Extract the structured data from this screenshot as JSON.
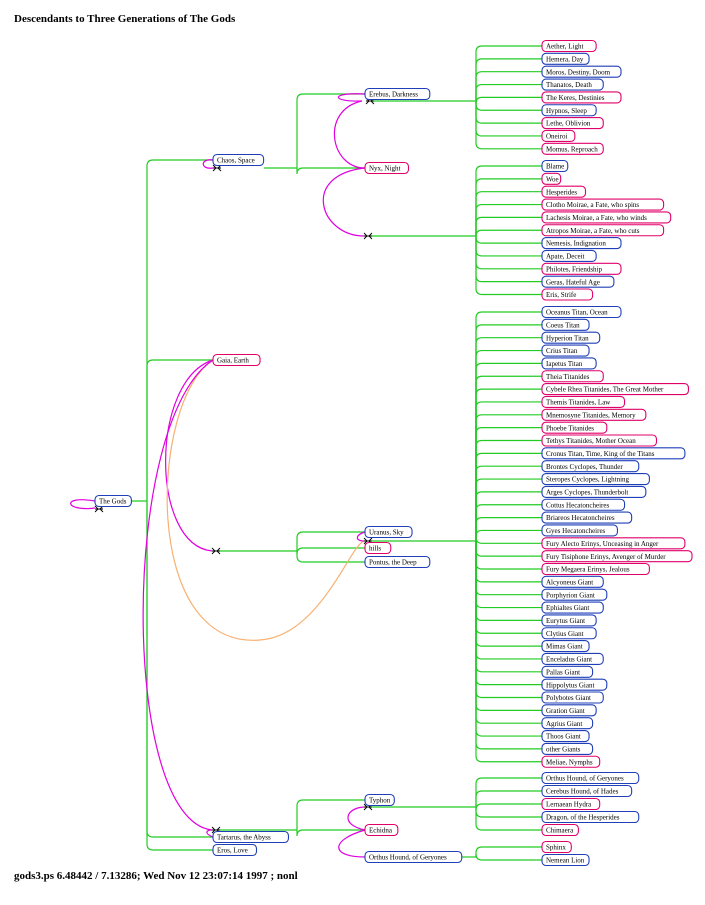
{
  "title": "Descendants to Three Generations of The Gods",
  "footer": "gods3.ps  6.48442 / 7.13286; Wed Nov 12 23:07:14 1997 ; nonl",
  "colors": {
    "male": "#1f3fb8",
    "female": "#e0006a",
    "line_green": "#22cc22",
    "line_magenta": "#e000e0",
    "line_orange": "#f8b070",
    "marker": "#000000"
  },
  "nodes": [
    {
      "id": "gods",
      "label": "The Gods",
      "sex": "m"
    },
    {
      "id": "chaos",
      "label": "Chaos, Space",
      "sex": "m"
    },
    {
      "id": "gaia",
      "label": "Gaia, Earth",
      "sex": "f"
    },
    {
      "id": "tartarus",
      "label": "Tartarus, the Abyss",
      "sex": "m"
    },
    {
      "id": "eros",
      "label": "Eros, Love",
      "sex": "m"
    },
    {
      "id": "erebus",
      "label": "Erebus, Darkness",
      "sex": "m"
    },
    {
      "id": "nyx",
      "label": "Nyx, Night",
      "sex": "f"
    },
    {
      "id": "uranus",
      "label": "Uranus, Sky",
      "sex": "m"
    },
    {
      "id": "hills",
      "label": "hills",
      "sex": "f"
    },
    {
      "id": "pontus",
      "label": "Pontus, the Deep",
      "sex": "m"
    },
    {
      "id": "typhon",
      "label": "Typhon",
      "sex": "m"
    },
    {
      "id": "echidna",
      "label": "Echidna",
      "sex": "f"
    },
    {
      "id": "orthus2",
      "label": "Orthus Hound, of Geryones",
      "sex": "m"
    },
    {
      "id": "c1",
      "label": "Aether, Light",
      "sex": "f"
    },
    {
      "id": "c2",
      "label": "Hemera, Day",
      "sex": "m"
    },
    {
      "id": "c3",
      "label": "Moros, Destiny, Doom",
      "sex": "m"
    },
    {
      "id": "c4",
      "label": "Thanatos, Death",
      "sex": "m"
    },
    {
      "id": "c5",
      "label": "The Keres, Destinies",
      "sex": "f"
    },
    {
      "id": "c6",
      "label": "Hypnos, Sleep",
      "sex": "m"
    },
    {
      "id": "c7",
      "label": "Lethe, Oblivion",
      "sex": "f"
    },
    {
      "id": "c8",
      "label": "Oneiroi",
      "sex": "f"
    },
    {
      "id": "c9",
      "label": "Momus, Reproach",
      "sex": "f"
    },
    {
      "id": "n1",
      "label": "Blame",
      "sex": "m"
    },
    {
      "id": "n2",
      "label": "Woe",
      "sex": "f"
    },
    {
      "id": "n3",
      "label": "Hesperides",
      "sex": "f"
    },
    {
      "id": "n4",
      "label": "Clotho Moirae, a Fate, who spins",
      "sex": "f"
    },
    {
      "id": "n5",
      "label": "Lachesis Moirae, a Fate, who winds",
      "sex": "f"
    },
    {
      "id": "n6",
      "label": "Atropos Moirae, a Fate, who cuts",
      "sex": "f"
    },
    {
      "id": "n7",
      "label": "Nemesis, Indignation",
      "sex": "m"
    },
    {
      "id": "n8",
      "label": "Apate, Deceit",
      "sex": "m"
    },
    {
      "id": "n9",
      "label": "Philotes, Friendship",
      "sex": "f"
    },
    {
      "id": "n10",
      "label": "Geras, Hateful Age",
      "sex": "m"
    },
    {
      "id": "n11",
      "label": "Eris, Strife",
      "sex": "f"
    },
    {
      "id": "u1",
      "label": "Oceanus Titan, Ocean",
      "sex": "m"
    },
    {
      "id": "u2",
      "label": "Coeus Titan",
      "sex": "m"
    },
    {
      "id": "u3",
      "label": "Hyperion Titan",
      "sex": "m"
    },
    {
      "id": "u4",
      "label": "Crius Titan",
      "sex": "m"
    },
    {
      "id": "u5",
      "label": "Iapetus Titan",
      "sex": "m"
    },
    {
      "id": "u6",
      "label": "Theia Titanides",
      "sex": "f"
    },
    {
      "id": "u7",
      "label": "Cybele Rhea Titanides, The Great Mother",
      "sex": "f"
    },
    {
      "id": "u8",
      "label": "Themis Titanides, Law",
      "sex": "f"
    },
    {
      "id": "u9",
      "label": "Mnemosyne Titanides, Memory",
      "sex": "f"
    },
    {
      "id": "u10",
      "label": "Phoebe Titanides",
      "sex": "f"
    },
    {
      "id": "u11",
      "label": "Tethys Titanides, Mother Ocean",
      "sex": "f"
    },
    {
      "id": "u12",
      "label": "Cronus Titan, Time, King of the Titans",
      "sex": "m"
    },
    {
      "id": "u13",
      "label": "Brontes Cyclopes, Thunder",
      "sex": "m"
    },
    {
      "id": "u14",
      "label": "Steropes Cyclopes, Lightning",
      "sex": "m"
    },
    {
      "id": "u15",
      "label": "Arges Cyclopes, Thunderbolt",
      "sex": "m"
    },
    {
      "id": "u16",
      "label": "Cottus Hecatoncheires",
      "sex": "m"
    },
    {
      "id": "u17",
      "label": "Briareos Hecatoncheires",
      "sex": "m"
    },
    {
      "id": "u18",
      "label": "Gyes Hecatoncheires",
      "sex": "m"
    },
    {
      "id": "u19",
      "label": "Fury Alecto Erinys, Unceasing in Anger",
      "sex": "f"
    },
    {
      "id": "u20",
      "label": "Fury Tisiphone Erinys, Avenger of Murder",
      "sex": "f"
    },
    {
      "id": "u21",
      "label": "Fury Megaera Erinys, Jealous",
      "sex": "f"
    },
    {
      "id": "u22",
      "label": "Alcyoneus Giant",
      "sex": "m"
    },
    {
      "id": "u23",
      "label": "Porphyrion Giant",
      "sex": "m"
    },
    {
      "id": "u24",
      "label": "Ephialtes Giant",
      "sex": "m"
    },
    {
      "id": "u25",
      "label": "Eurytus Giant",
      "sex": "m"
    },
    {
      "id": "u26",
      "label": "Clytius Giant",
      "sex": "m"
    },
    {
      "id": "u27",
      "label": "Mimas Giant",
      "sex": "m"
    },
    {
      "id": "u28",
      "label": "Enceladus Giant",
      "sex": "m"
    },
    {
      "id": "u29",
      "label": "Pallas Giant",
      "sex": "m"
    },
    {
      "id": "u30",
      "label": "Hippolytus Giant",
      "sex": "m"
    },
    {
      "id": "u31",
      "label": "Polybotes Giant",
      "sex": "m"
    },
    {
      "id": "u32",
      "label": "Gration Giant",
      "sex": "m"
    },
    {
      "id": "u33",
      "label": "Agrius Giant",
      "sex": "m"
    },
    {
      "id": "u34",
      "label": "Thoos Giant",
      "sex": "m"
    },
    {
      "id": "u35",
      "label": "other Giants",
      "sex": "m"
    },
    {
      "id": "u36",
      "label": "Meliae, Nymphs",
      "sex": "f"
    },
    {
      "id": "t1",
      "label": "Orthus Hound, of Geryones",
      "sex": "m"
    },
    {
      "id": "t2",
      "label": "Cerebus Hound, of Hades",
      "sex": "m"
    },
    {
      "id": "t3",
      "label": "Lernaean Hydra",
      "sex": "f"
    },
    {
      "id": "t4",
      "label": "Dragon, of the Hesperides",
      "sex": "m"
    },
    {
      "id": "t5",
      "label": "Chimaera",
      "sex": "f"
    },
    {
      "id": "o1",
      "label": "Sphinx",
      "sex": "f"
    },
    {
      "id": "o2",
      "label": "Nemean Lion",
      "sex": "m"
    }
  ]
}
